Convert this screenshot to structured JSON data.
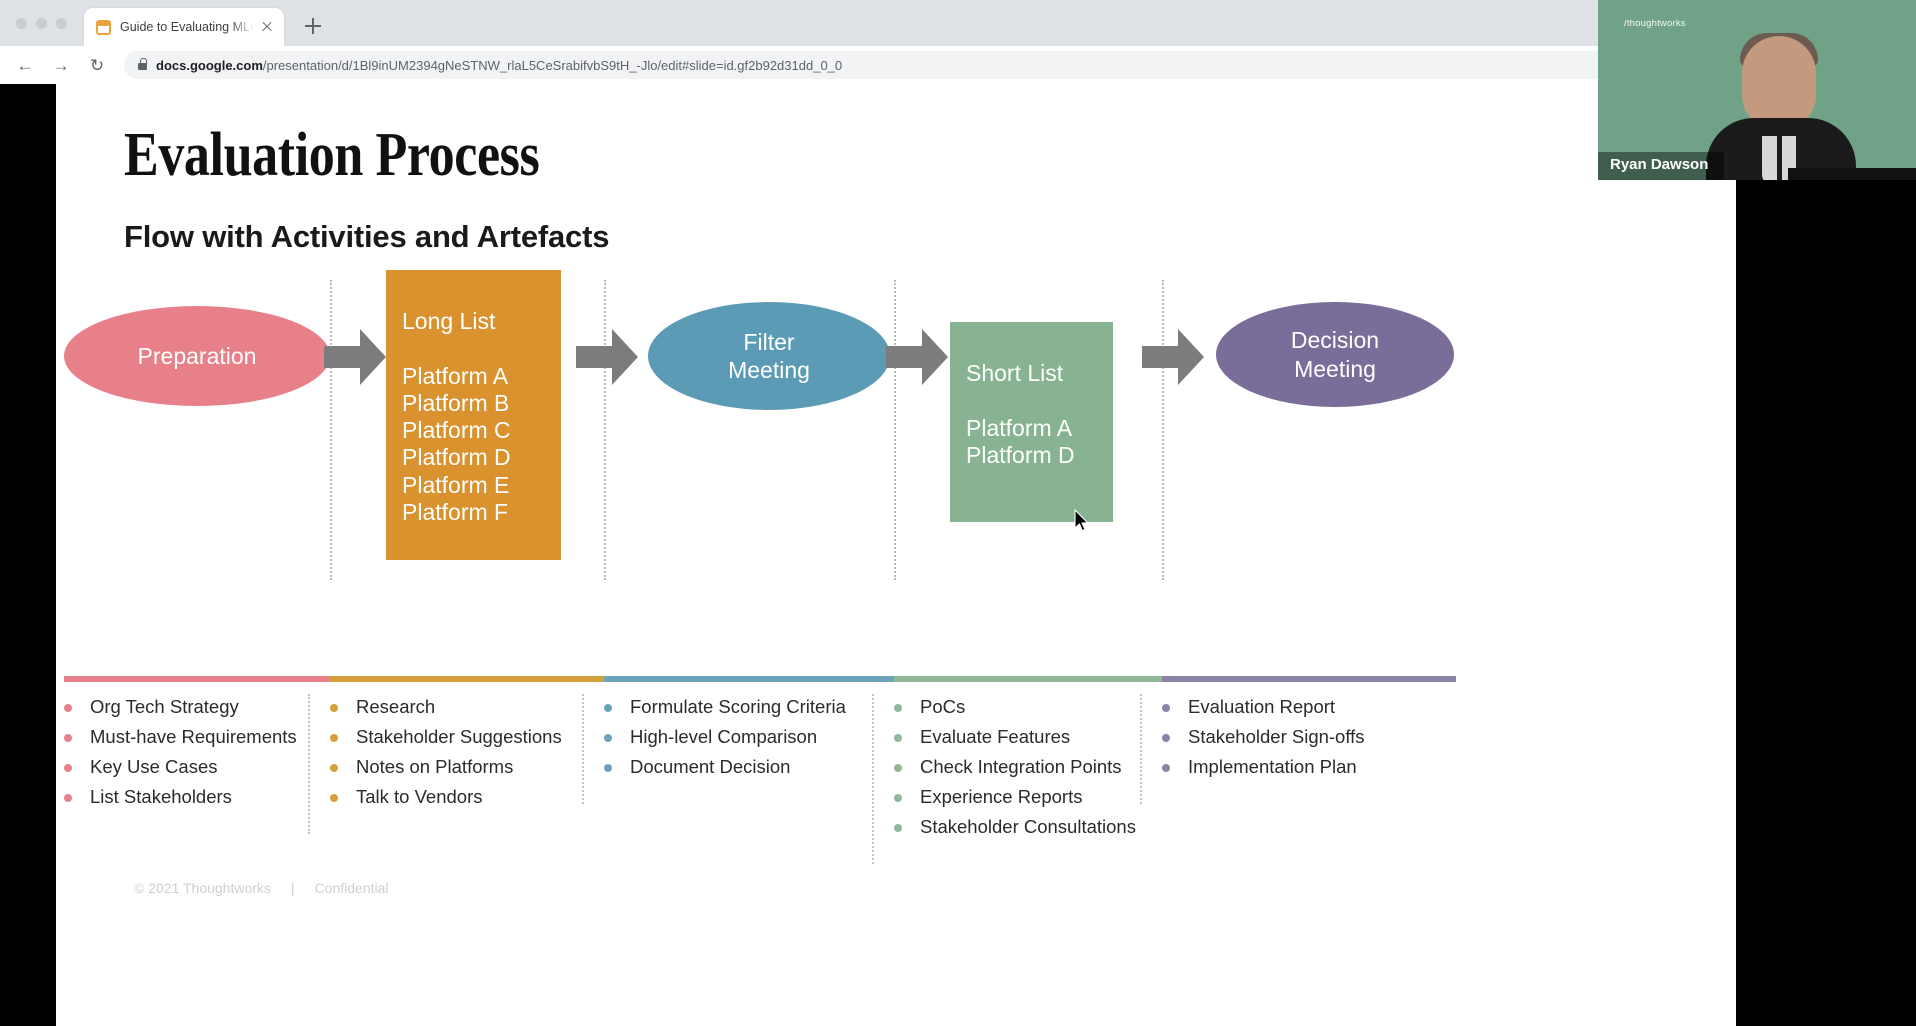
{
  "browser": {
    "tab": {
      "title": "Guide to Evaluating MLOps Pla",
      "favicon_name": "slides-icon",
      "close_label": "×"
    },
    "new_tab_label": "+",
    "nav": {
      "back": "←",
      "forward": "→",
      "reload": "↻"
    },
    "omnibox": {
      "lock_label": "secure",
      "url_domain": "docs.google.com",
      "url_path": "/presentation/d/1Bl9inUM2394gNeSTNW_rlaL5CeSrabifvbS9tH_-Jlo/edit#slide=id.gf2b92d31dd_0_0"
    }
  },
  "slide": {
    "title": "Evaluation Process",
    "subtitle": "Flow with Activities and Artefacts",
    "footer": {
      "copyright": "© 2021 Thoughtworks",
      "separator": "|",
      "classification": "Confidential"
    },
    "nodes": [
      {
        "id": "preparation",
        "shape": "ellipse",
        "label": "Preparation",
        "color": "#E88089"
      },
      {
        "id": "long-list",
        "shape": "box",
        "heading": "Long List",
        "items": [
          "Platform A",
          "Platform B",
          "Platform C",
          "Platform D",
          "Platform E",
          "Platform F"
        ],
        "color": "#D9922E"
      },
      {
        "id": "filter-meeting",
        "shape": "ellipse",
        "label": "Filter\nMeeting",
        "color": "#5C9BB5"
      },
      {
        "id": "short-list",
        "shape": "box",
        "heading": "Short List",
        "items": [
          "Platform A",
          "Platform D"
        ],
        "color": "#87B392"
      },
      {
        "id": "decision-meeting",
        "shape": "ellipse",
        "label": "Decision\nMeeting",
        "color": "#7A6D99"
      }
    ],
    "arrow_color": "#7C7C7C",
    "columns": [
      {
        "accent": "#E8808A",
        "items": [
          "Org Tech Strategy",
          "Must-have Requirements",
          "Key Use Cases",
          "List Stakeholders"
        ]
      },
      {
        "accent": "#D4A03A",
        "items": [
          "Research",
          "Stakeholder Suggestions",
          "Notes on Platforms",
          "Talk to Vendors"
        ]
      },
      {
        "accent": "#6BA3BA",
        "items": [
          "Formulate Scoring Criteria",
          "High-level Comparison",
          "Document Decision"
        ]
      },
      {
        "accent": "#8FB89A",
        "items": [
          "PoCs",
          "Evaluate Features",
          "Check Integration Points",
          "Experience Reports",
          "Stakeholder Consultations"
        ]
      },
      {
        "accent": "#8D82A8",
        "items": [
          "Evaluation Report",
          "Stakeholder Sign-offs",
          "Implementation Plan"
        ]
      }
    ]
  },
  "video": {
    "watermark": "/thoughtworks",
    "participant_name": "Ryan Dawson",
    "background_color": "#6FA287"
  }
}
